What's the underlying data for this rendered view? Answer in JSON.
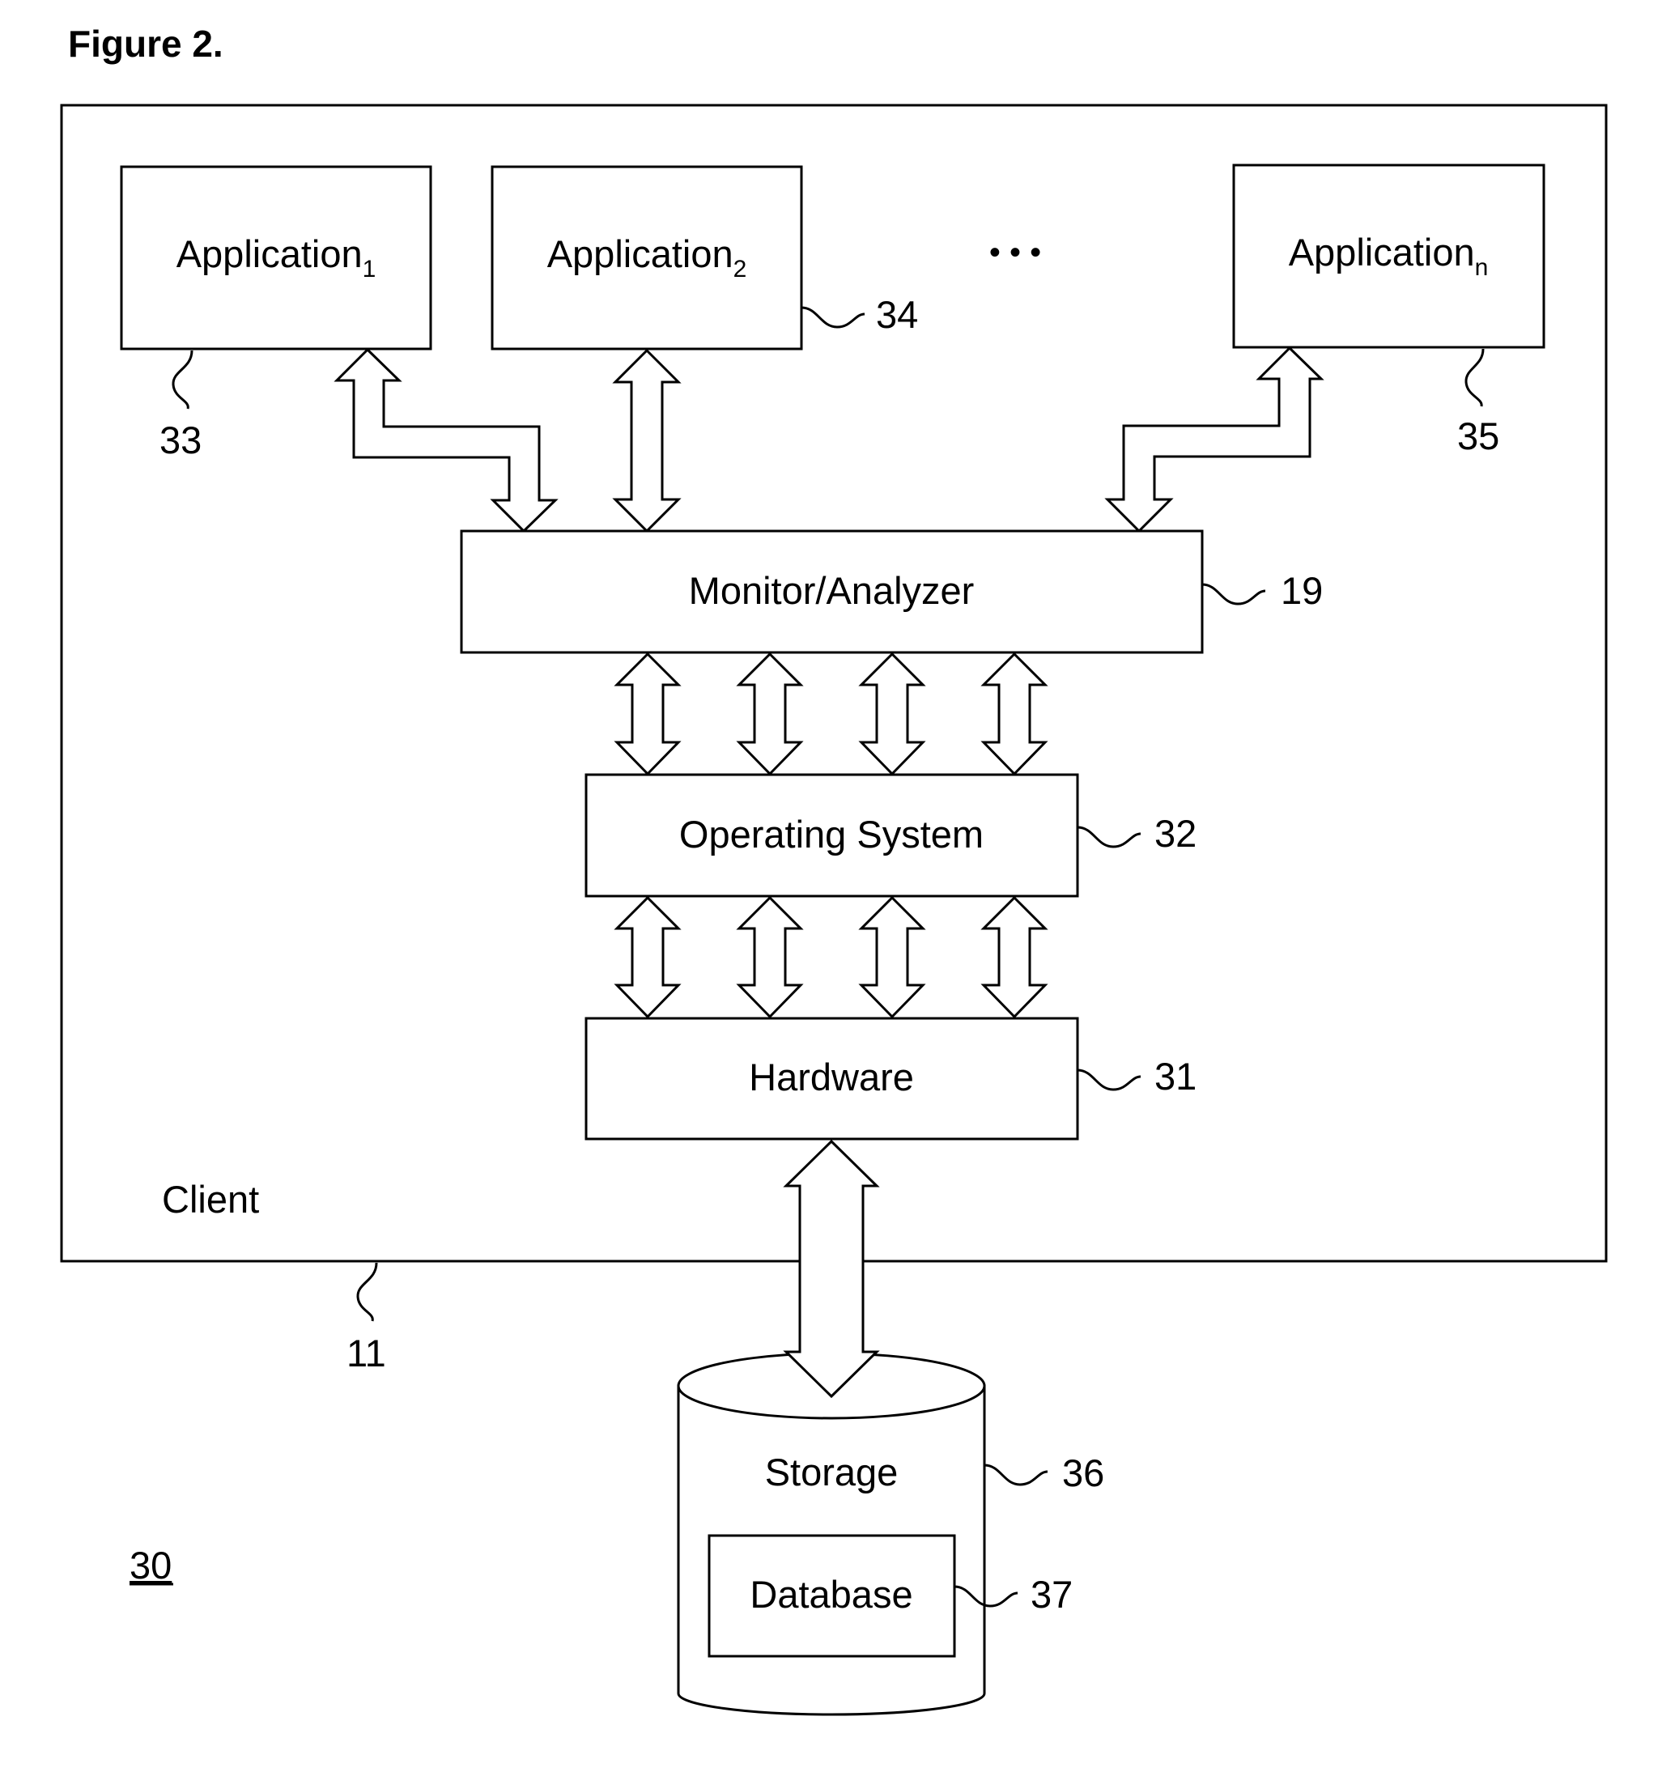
{
  "figure": {
    "title": "Figure 2.",
    "system_ref": "30"
  },
  "client": {
    "label": "Client",
    "ref": "11"
  },
  "applications": [
    {
      "name": "Application",
      "subscript": "1",
      "ref": "33"
    },
    {
      "name": "Application",
      "subscript": "2",
      "ref": "34"
    },
    {
      "name": "Application",
      "subscript": "n",
      "ref": "35"
    }
  ],
  "ellipsis": "• • •",
  "monitor": {
    "label": "Monitor/Analyzer",
    "ref": "19"
  },
  "os": {
    "label": "Operating System",
    "ref": "32"
  },
  "hardware": {
    "label": "Hardware",
    "ref": "31"
  },
  "storage": {
    "label": "Storage",
    "ref": "36"
  },
  "database": {
    "label": "Database",
    "ref": "37"
  }
}
